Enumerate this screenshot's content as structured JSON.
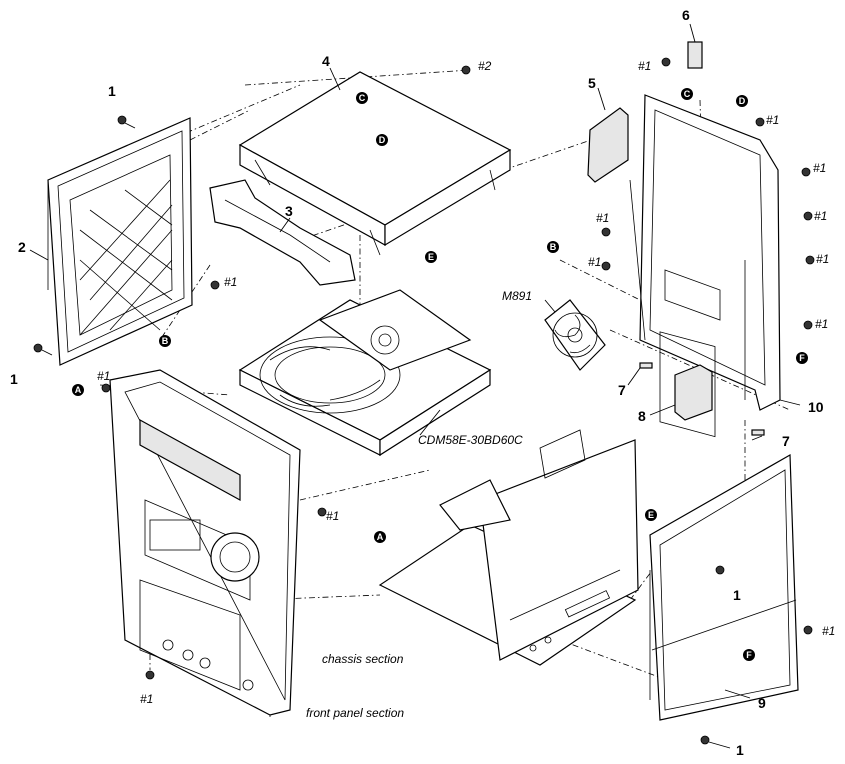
{
  "title": "",
  "part_labels": {
    "p1_a": "1",
    "p1_b": "1",
    "p1_c": "1",
    "p1_d": "1",
    "p2": "2",
    "p3": "3",
    "p4": "4",
    "p5": "5",
    "p6": "6",
    "p7_a": "7",
    "p7_b": "7",
    "p8": "8",
    "p9": "9",
    "p10": "10"
  },
  "screw_refs": {
    "s2": "#2",
    "s1_a": "#1",
    "s1_b": "#1",
    "s1_c": "#1",
    "s1_d": "#1",
    "s1_e": "#1",
    "s1_f": "#1",
    "s1_g": "#1",
    "s1_h": "#1",
    "s1_i": "#1",
    "s1_j": "#1",
    "s1_k": "#1",
    "s1_l": "#1",
    "s1_m": "#1"
  },
  "markers": {
    "a1": "A",
    "a2": "A",
    "b1": "B",
    "b2": "B",
    "c1": "C",
    "c2": "C",
    "d1": "D",
    "d2": "D",
    "e1": "E",
    "e2": "E",
    "f1": "F",
    "f2": "F"
  },
  "component_labels": {
    "fan": "M891",
    "cd_mechanism": "CDM58E-30BD60C"
  },
  "section_labels": {
    "chassis": "chassis section",
    "front_panel": "front panel section"
  }
}
